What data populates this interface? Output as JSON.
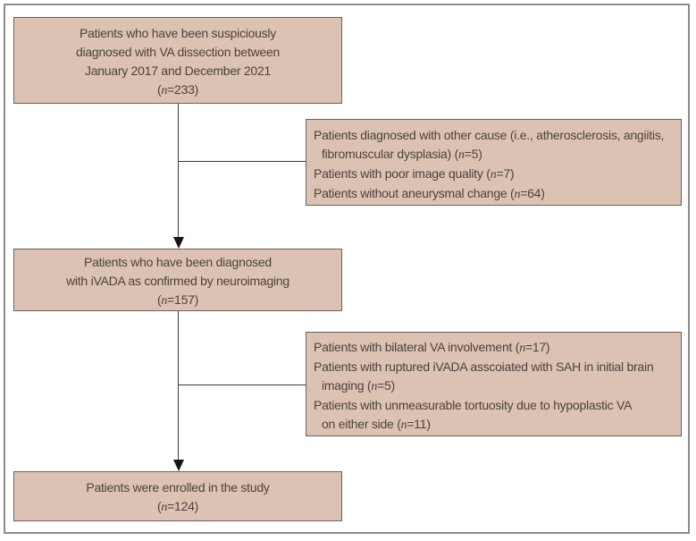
{
  "figure": {
    "type": "patient-flow-diagram",
    "colors": {
      "box_fill": "#dcc2b2",
      "box_border": "#6f6156",
      "text": "#4a433d",
      "connector": "#3f3b38",
      "arrowhead": "#181512",
      "frame_border": "#8c8c8c",
      "background": "#ffffff"
    }
  },
  "flow": {
    "boxes": [
      {
        "id": "initial-cohort",
        "align": "center",
        "lines": [
          {
            "text": "Patients who have been suspiciously"
          },
          {
            "text": "diagnosed with VA dissection between"
          },
          {
            "text": "January 2017 and December 2021"
          },
          {
            "text": "(n=233)"
          }
        ]
      },
      {
        "id": "exclusion-1",
        "align": "left",
        "lines": [
          {
            "text": "Patients diagnosed with other cause (i.e., atherosclerosis, angiitis,"
          },
          {
            "text": "fibromuscular dysplasia) (n=5)",
            "indent": true
          },
          {
            "text": "Patients with poor image quality (n=7)"
          },
          {
            "text": "Patients without aneurysmal change (n=64)"
          }
        ]
      },
      {
        "id": "confirmed-ivada",
        "align": "center",
        "lines": [
          {
            "text": "Patients who have been diagnosed"
          },
          {
            "text": "with iVADA as confirmed by neuroimaging"
          },
          {
            "text": "(n=157)"
          }
        ]
      },
      {
        "id": "exclusion-2",
        "align": "left",
        "lines": [
          {
            "text": "Patients with bilateral VA involvement (n=17)"
          },
          {
            "text": "Patients with ruptured iVADA asscoiated with SAH in initial brain"
          },
          {
            "text": "imaging (n=5)",
            "indent": true
          },
          {
            "text": "Patients with unmeasurable tortuosity due to hypoplastic VA"
          },
          {
            "text": "on either side (n=11)",
            "indent": true
          }
        ]
      },
      {
        "id": "enrolled",
        "align": "center",
        "lines": [
          {
            "text": "Patients were enrolled in the study"
          },
          {
            "text": "(n=124)"
          }
        ]
      }
    ]
  }
}
